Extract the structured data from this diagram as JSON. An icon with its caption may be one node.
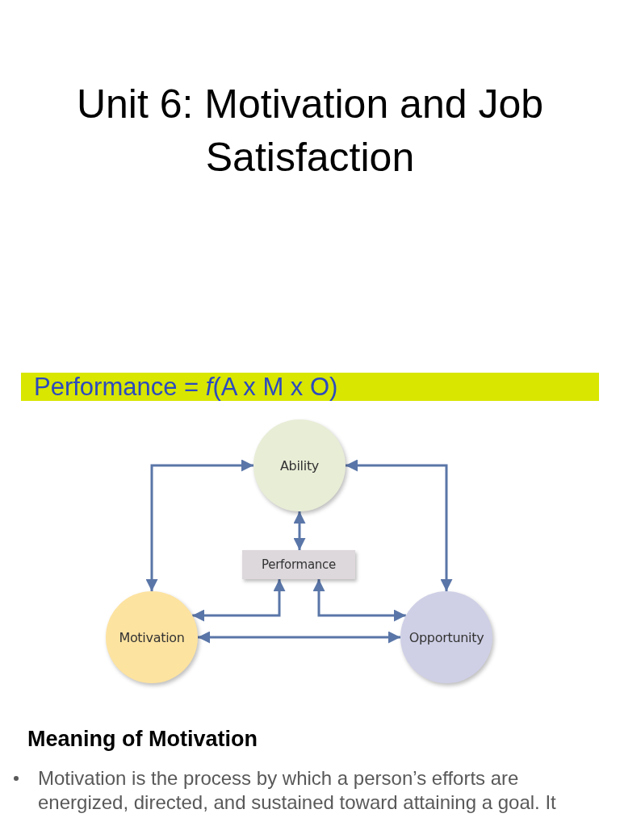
{
  "diagram": {
    "title": "Unit 6: Motivation and Job Satisfaction",
    "nodes": [
      {
        "text": [
          "Performance = *f*(A x M x O)"
        ]
      },
      {
        "text": [
          "Ability"
        ]
      },
      {
        "text": [
          "Performance"
        ]
      },
      {
        "text": [
          "Motivation"
        ]
      },
      {
        "text": [
          "Opportunity"
        ]
      }
    ],
    "edges": [
      {
        "from": 1,
        "to": 3,
        "arrow": "both"
      },
      {
        "from": 1,
        "to": 4,
        "arrow": "both"
      },
      {
        "from": 1,
        "to": 2,
        "arrow": "both"
      },
      {
        "from": 2,
        "to": 3,
        "arrow": "both"
      },
      {
        "from": 2,
        "to": 4,
        "arrow": "both"
      },
      {
        "from": 3,
        "to": 4,
        "arrow": "both"
      }
    ],
    "labels": [
      "Meaning of Motivation",
      "Motivation is the process by which a person’s efforts are energized, directed, and sustained toward attaining a goal. It"
    ]
  }
}
